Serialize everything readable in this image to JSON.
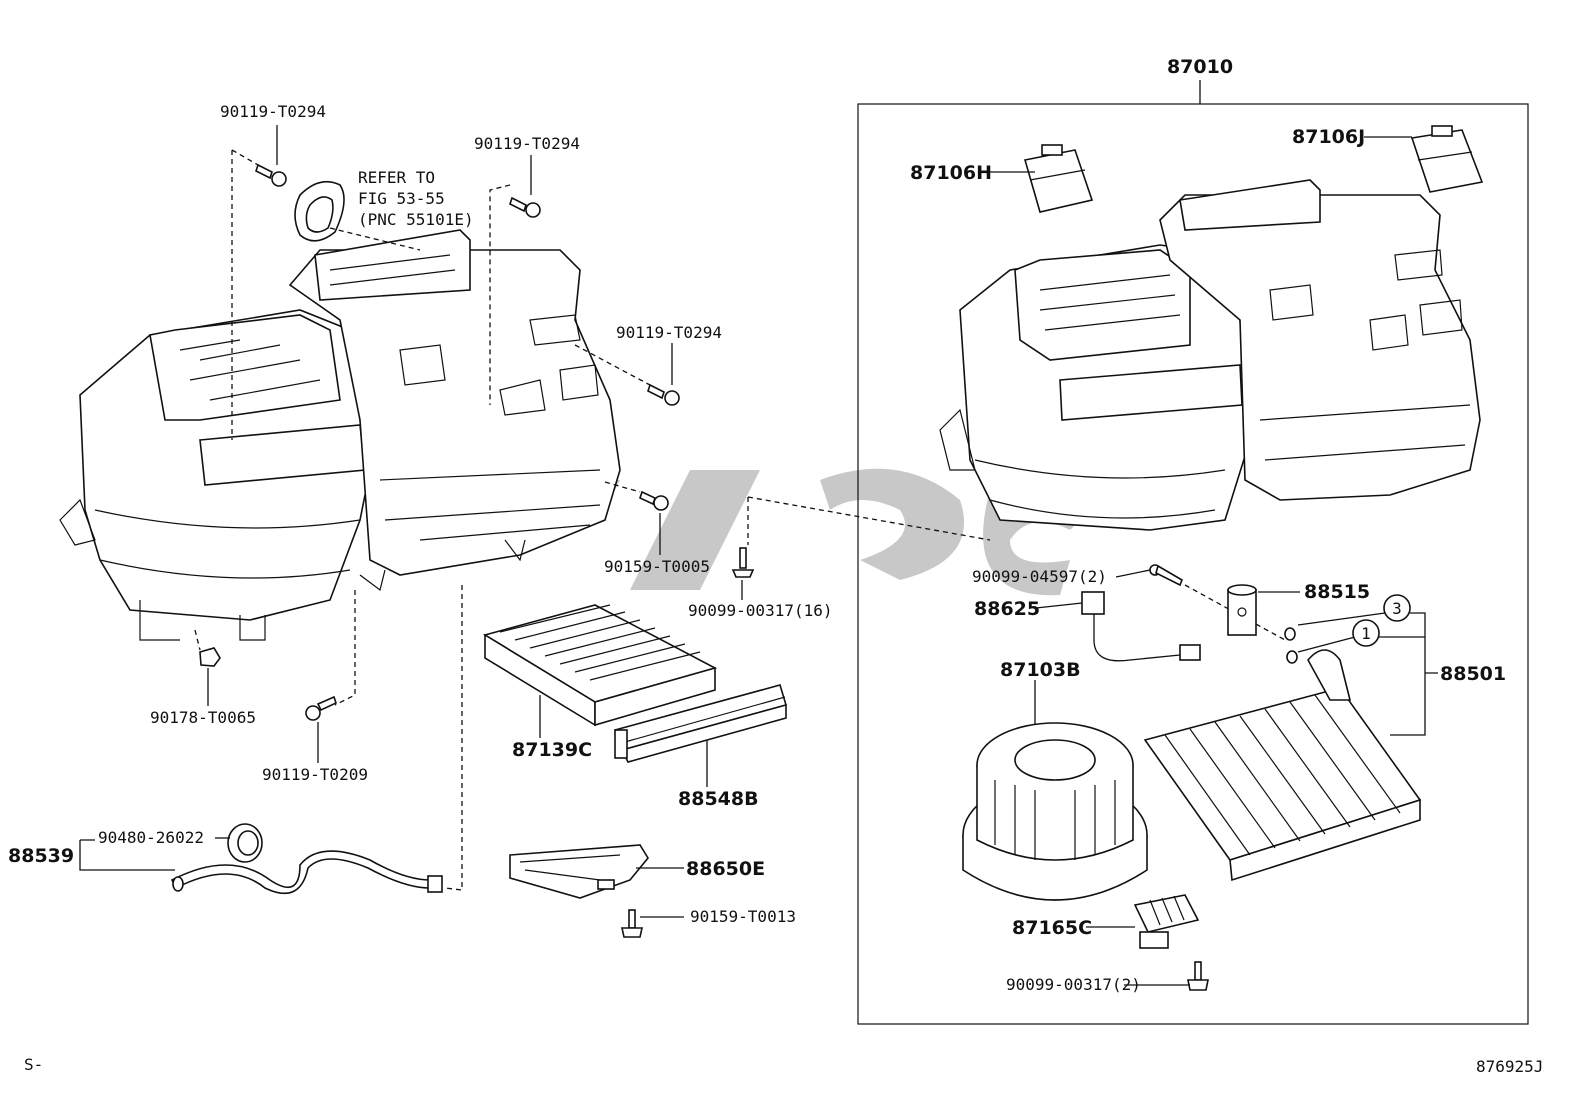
{
  "diagram": {
    "main_assembly_no": "87010",
    "refer_note": [
      "REFER TO",
      "FIG 53-55",
      "(PNC 55101E)"
    ],
    "labels": {
      "bolt_top_left": "90119-T0294",
      "bolt_top_mid": "90119-T0294",
      "bolt_right": "90119-T0294",
      "bolt_lower": "90119-T0209",
      "nut_bottom": "90178-T0065",
      "screw_t0005": "90159-T0005",
      "screw_00317_16": "90099-00317(16)",
      "filter": "87139C",
      "filter_case": "88548B",
      "hose_assy": "88539",
      "grommet": "90480-26022",
      "bracket": "88650E",
      "screw_t0013": "90159-T0013",
      "servo_h": "87106H",
      "servo_j": "87106J",
      "screw_04597": "90099-04597(2)",
      "sensor": "88625",
      "exp_valve": "88515",
      "evaporator": "88501",
      "blower_motor": "87103B",
      "resistor": "87165C",
      "screw_00317_2": "90099-00317(2)",
      "callout_1": "1",
      "callout_3": "3"
    },
    "footer": {
      "left": "S-",
      "right": "876925J"
    }
  }
}
